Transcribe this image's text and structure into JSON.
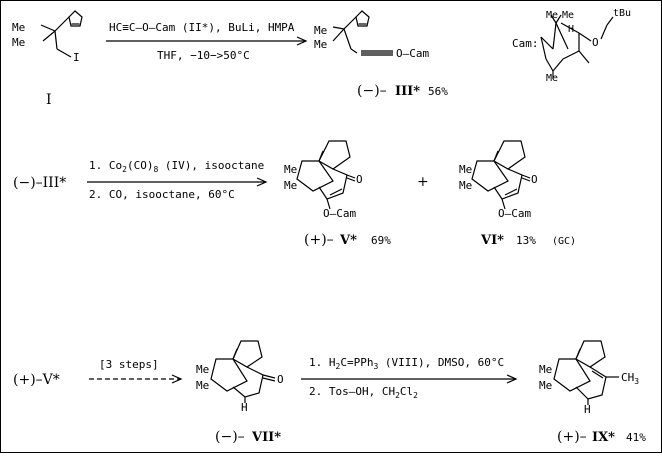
{
  "scheme": {
    "step1": {
      "start_label": "I",
      "start_atoms": {
        "me1": "Me",
        "me2": "Me",
        "iodine": "I"
      },
      "conditions_top": "HC≡C–O–Cam  (II*), BuLi, HMPA",
      "conditions_bottom": "THF, −10−>50°C",
      "product_group": "O–Cam",
      "product_atoms": {
        "me1": "Me",
        "me2": "Me"
      },
      "product_label_prefix": "(−)–",
      "product_label_numeral": "III*",
      "product_yield": "56%",
      "cam_label": "Cam:",
      "cam_tbu": "tBu",
      "cam_h": "H",
      "cam_me": "Me",
      "cam_me2": "Me",
      "cam_me3": "Me"
    },
    "step2": {
      "start_label": "(−)–III*",
      "condition_1_pre": "1. Co",
      "condition_1_sub1": "2",
      "condition_1_mid": "(CO)",
      "condition_1_sub2": "8",
      "condition_1_post": "  (IV), isooctane",
      "condition_2": "2. CO,  isooctane, 60°C",
      "plus": "+",
      "product_a_atoms": {
        "me1": "Me",
        "me2": "Me",
        "oxo": "O",
        "ocam": "O–Cam"
      },
      "product_a_label_prefix": "(+)–",
      "product_a_label_numeral": "V*",
      "product_a_yield": "69%",
      "product_b_atoms": {
        "me1": "Me",
        "me2": "Me",
        "oxo": "O",
        "ocam": "O–Cam"
      },
      "product_b_label_numeral": "VI*",
      "product_b_yield": "13%",
      "product_b_method": "(GC)"
    },
    "step3": {
      "start_label": "(+)–V*",
      "steps_label": "[3 steps]",
      "mid_atoms": {
        "me1": "Me",
        "me2": "Me",
        "oxo": "O",
        "h": "H"
      },
      "mid_label_prefix": "(−)–",
      "mid_label_numeral": "VII*",
      "condition_1_pre": "1. H",
      "condition_1_sub1": "2",
      "condition_1_mid": "C=PPh",
      "condition_1_sub2": "3",
      "condition_1_post": "  (VIII), DMSO, 60°C",
      "condition_2_pre": "2. Tos–OH, CH",
      "condition_2_sub1": "2",
      "condition_2_mid": "Cl",
      "condition_2_sub2": "2",
      "product_atoms": {
        "me1": "Me",
        "me2": "Me",
        "ch3_pre": "CH",
        "ch3_sub": "3",
        "h": "H"
      },
      "product_label_prefix": "(+)–",
      "product_label_numeral": "IX*",
      "product_yield": "41%"
    }
  }
}
